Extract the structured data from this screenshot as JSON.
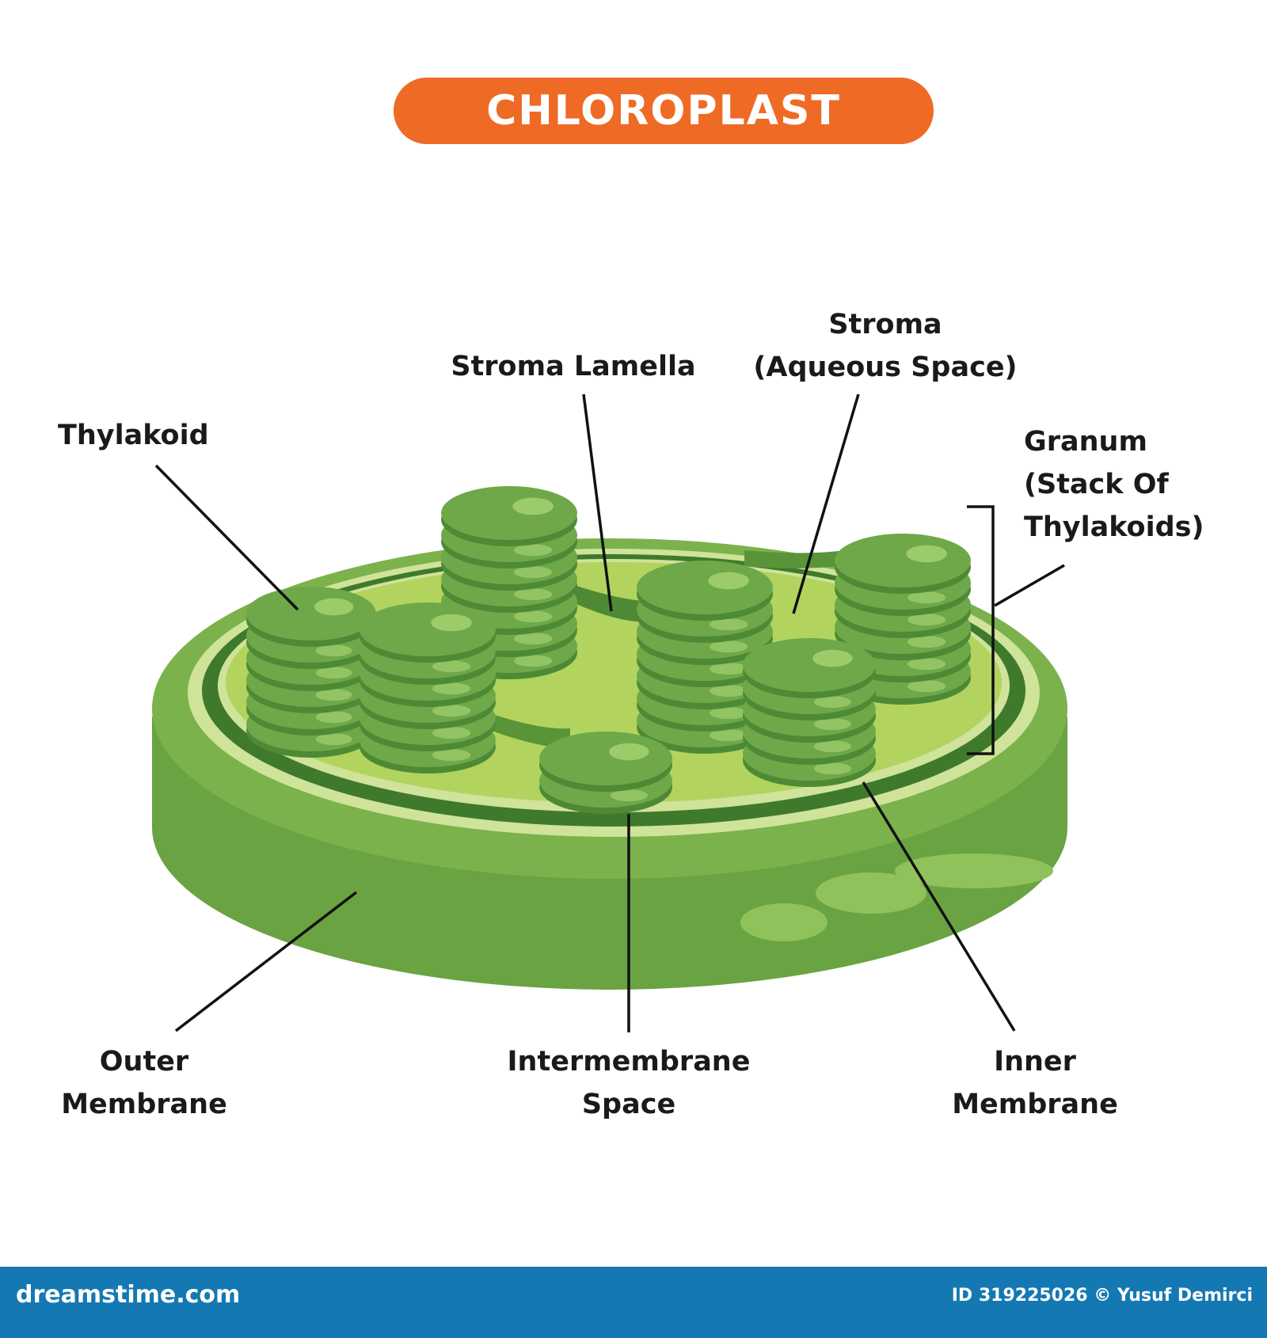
{
  "title": "CHLOROPLAST",
  "labels": {
    "thylakoid": "Thylakoid",
    "stroma_lamella": "Stroma Lamella",
    "stroma": [
      "Stroma",
      "(Aqueous Space)"
    ],
    "granum": [
      "Granum",
      "(Stack Of",
      "Thylakoids)"
    ],
    "outer_membrane": [
      "Outer",
      "Membrane"
    ],
    "intermembrane_space": [
      "Intermembrane",
      "Space"
    ],
    "inner_membrane": [
      "Inner",
      "Membrane"
    ]
  },
  "footer": {
    "brand": "dreamstime.com",
    "credit": "ID 319225026 © Yusuf Demirci"
  },
  "colors": {
    "title_bg": "#ef6a24",
    "footer_bg": "#1479b3",
    "outer_green": "#6aa342",
    "inner_dark": "#3f7a2c",
    "inner_light": "#cfe39a",
    "stroma": "#b2d45e",
    "disc_dark": "#4e8a35",
    "disc_mid": "#6ea849",
    "disc_light": "#9ccb6a"
  }
}
